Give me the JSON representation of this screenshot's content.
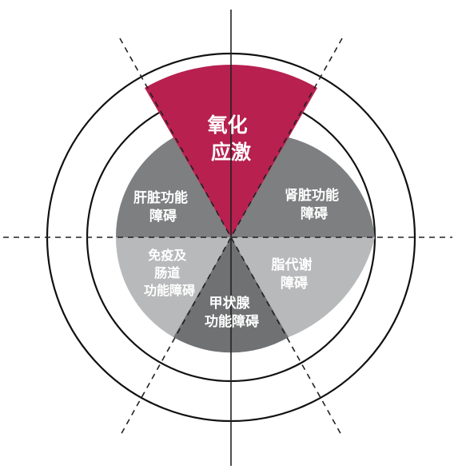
{
  "diagram": {
    "center": {
      "label_lines": [
        "氧化",
        "应激"
      ],
      "color": "#b7204f"
    },
    "segments": [
      {
        "id": "liver",
        "label_lines": [
          "肝脏功能",
          "障碍"
        ],
        "color": "#7d7f80"
      },
      {
        "id": "kidney",
        "label_lines": [
          "肾脏功能",
          "障碍"
        ],
        "color": "#7d7f80"
      },
      {
        "id": "immune",
        "label_lines": [
          "免疫及",
          "肠道",
          "功能障碍"
        ],
        "color": "#b8b9ba"
      },
      {
        "id": "metab",
        "label_lines": [
          "脂代谢",
          "障碍"
        ],
        "color": "#b8b9ba"
      },
      {
        "id": "thyroid",
        "label_lines": [
          "甲状腺",
          "功能障碍"
        ],
        "color": "#6f7172"
      }
    ],
    "colors": {
      "ring": "#111111",
      "dash": "#222222",
      "background": "#ffffff"
    }
  }
}
